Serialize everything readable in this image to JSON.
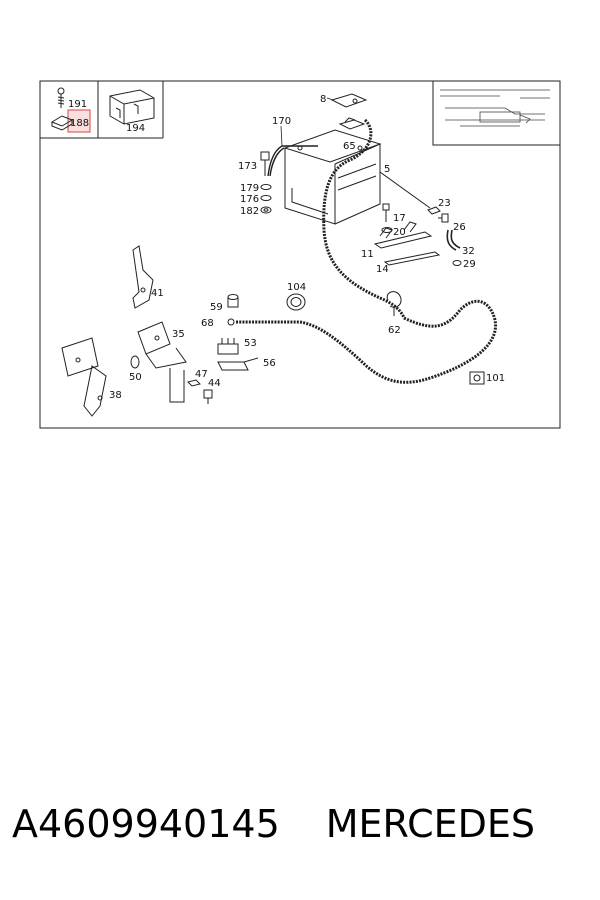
{
  "diagram": {
    "callouts": [
      "191",
      "188",
      "194",
      "8",
      "65",
      "170",
      "5",
      "173",
      "179",
      "176",
      "182",
      "23",
      "17",
      "26",
      "20",
      "11",
      "32",
      "29",
      "14",
      "41",
      "104",
      "59",
      "68",
      "35",
      "53",
      "62",
      "56",
      "101",
      "50",
      "47",
      "44",
      "38"
    ],
    "highlighted_part": "188"
  },
  "caption": {
    "part_number": "A4609940145",
    "brand": "MERCEDES"
  },
  "colors": {
    "line": "#222222",
    "highlight_border": "#e06060",
    "highlight_fill": "#f8c8c8"
  }
}
